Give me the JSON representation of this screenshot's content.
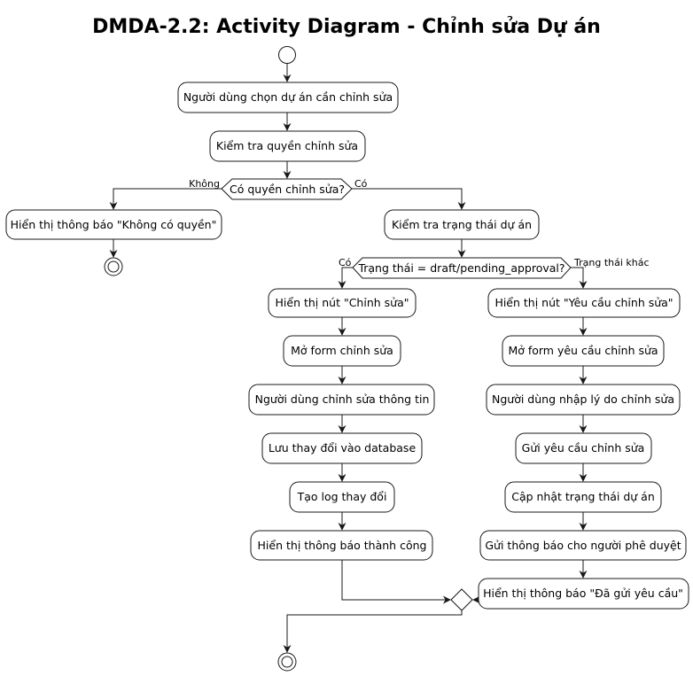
{
  "title": "DMDA-2.2: Activity Diagram - Chỉnh sửa Dự án",
  "actions": {
    "select_project": "Người dùng chọn dự án cần chỉnh sửa",
    "check_permission": "Kiểm tra quyền chỉnh sửa",
    "no_permission_msg": "Hiển thị thông báo \"Không có quyền\"",
    "check_status": "Kiểm tra trạng thái dự án",
    "show_edit_button": "Hiển thị nút \"Chỉnh sửa\"",
    "open_edit_form": "Mở form chỉnh sửa",
    "user_edits_info": "Người dùng chỉnh sửa thông tin",
    "save_to_db": "Lưu thay đổi vào database",
    "create_log": "Tạo log thay đổi",
    "show_success": "Hiển thị thông báo thành công",
    "show_request_button": "Hiển thị nút \"Yêu cầu chỉnh sửa\"",
    "open_request_form": "Mở form yêu cầu chỉnh sửa",
    "enter_reason": "Người dùng nhập lý do chỉnh sửa",
    "send_request": "Gửi yêu cầu chỉnh sửa",
    "update_status": "Cập nhật trạng thái dự án",
    "notify_approver": "Gửi thông báo cho người phê duyệt",
    "show_request_sent": "Hiển thị thông báo \"Đã gửi yêu cầu\""
  },
  "decisions": {
    "has_permission": "Có quyền chỉnh sửa?",
    "status_check": "Trạng thái = draft/pending_approval?"
  },
  "branch_labels": {
    "no": "Không",
    "yes": "Có",
    "status_yes": "Có",
    "status_other": "Trạng thái khác"
  }
}
